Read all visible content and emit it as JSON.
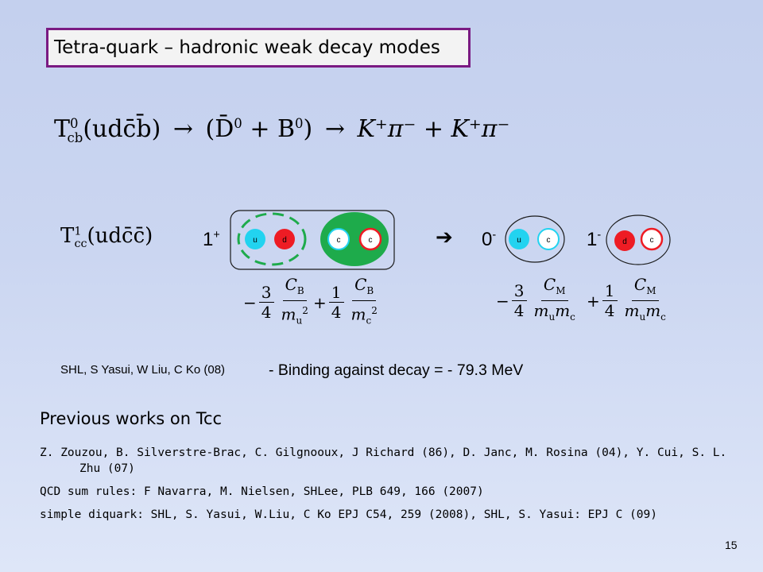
{
  "title": "Tetra-quark – hadronic weak decay modes",
  "decay_equation": {
    "lhs": "T",
    "lhs_sup": "0",
    "lhs_sub": "cb",
    "lhs_content": "(udc̄b̄)",
    "arrow1": "→",
    "middle": "(D̄",
    "middle_sup": "0",
    "middle_plus": " + B",
    "middle_sup2": "0",
    "middle_close": ")",
    "arrow2": "→",
    "final": "K⁺π⁻ + K⁺π⁻"
  },
  "tcc_label": {
    "base": "T",
    "sup": "1",
    "sub": "cc",
    "content": "(udc̄c̄)"
  },
  "diagram": {
    "state_1plus": {
      "base": "1",
      "sup": "+"
    },
    "arrow": "➔",
    "state_0minus": {
      "base": "0",
      "sup": "-"
    },
    "state_1minus": {
      "base": "1",
      "sup": "-"
    },
    "quarks_left": [
      "u",
      "d",
      "c",
      "c"
    ],
    "quarks_pair1": [
      "u",
      "c"
    ],
    "quarks_pair2": [
      "d",
      "c"
    ],
    "colors": {
      "u": "#22d3f0",
      "d": "#ee1c24",
      "c_fill": "#ffffff",
      "c_ring1": "#22d3f0",
      "c_ring2": "#ee1c24",
      "green": "#1eab4b"
    }
  },
  "formulas": {
    "f1": {
      "sign": "−",
      "coef_num": "3",
      "coef_den": "4",
      "num": "C_B",
      "den": "m_u^2"
    },
    "f2": {
      "sign": "+",
      "coef_num": "1",
      "coef_den": "4",
      "num": "C_B",
      "den": "m_c^2"
    },
    "f3": {
      "sign": "−",
      "coef_num": "3",
      "coef_den": "4",
      "num": "C_M",
      "den": "m_u m_c"
    },
    "f4": {
      "sign": "+",
      "coef_num": "1",
      "coef_den": "4",
      "num": "C_M",
      "den": "m_u m_c"
    }
  },
  "reference_line": "SHL, S Yasui, W Liu, C Ko (08)",
  "binding": "- Binding against decay =   - 79.3 MeV",
  "previous_title": "Previous works on Tcc",
  "references": [
    "Z. Zouzou, B. Silverstre-Brac, C. Gilgnooux, J Richard (86), D. Janc, M. Rosina (04),  Y. Cui, S. L. Zhu (07)",
    "QCD sum rules: F Navarra, M. Nielsen, SHLee, PLB 649, 166 (2007)",
    "simple diquark:  SHL, S. Yasui, W.Liu, C Ko EPJ C54, 259 (2008), SHL, S. Yasui: EPJ C (09)"
  ],
  "page_number": "15"
}
